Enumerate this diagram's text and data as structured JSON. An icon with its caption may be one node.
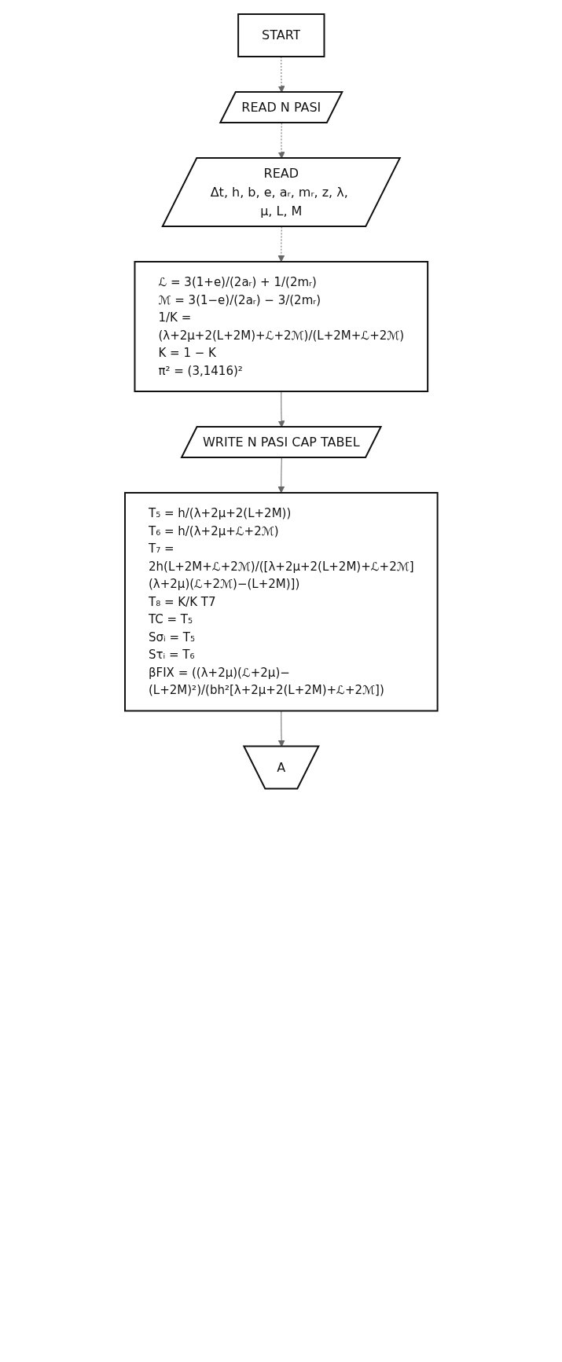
{
  "diagram": {
    "nodes": [
      {
        "text": [
          "START"
        ]
      },
      {
        "text": [
          "READ N PASI"
        ]
      },
      {
        "text": [
          "READ",
          "Δt, h, b, e, aᵣ, mᵣ, z, λ, μ, L, M"
        ]
      },
      {
        "text": [
          "ℒ = 3(1+e)/(2aᵣ) + 1/(2mᵣ)",
          "ℳ = 3(1−e)/(2aᵣ) − 3/(2mᵣ)",
          "1/K = (λ+2μ+2(L+2M)+ℒ+2ℳ)/(L+2M+ℒ+2ℳ)",
          "K = 1 − K",
          "π² = (3,1416)²"
        ]
      },
      {
        "text": [
          "WRITE N PASI CAP TABEL"
        ]
      },
      {
        "text": [
          "T₅ = h/(λ+2μ+2(L+2M))",
          "T₆ = h/(λ+2μ+ℒ+2ℳ)",
          "T₇ = 2h(L+2M+ℒ+2ℳ)/([λ+2μ+2(L+2M)+ℒ+2ℳ](λ+2μ)(ℒ+2ℳ)−(L+2M)])",
          "T₈ = K/K T7",
          "TC = T₅",
          "Sσᵢ = T₅",
          "Sτᵢ = T₆",
          "βFIX = ((λ+2μ)(ℒ+2μ)−(L+2M)²)/(bh²[λ+2μ+2(L+2M)+ℒ+2ℳ])"
        ]
      },
      {
        "text": [
          "A"
        ]
      }
    ],
    "edges": [
      {
        "from": 0,
        "to": 1,
        "arrow": "to",
        "style": "dashed"
      },
      {
        "from": 1,
        "to": 2,
        "arrow": "to",
        "style": "dashed"
      },
      {
        "from": 2,
        "to": 3,
        "arrow": "to",
        "style": "dashed"
      },
      {
        "from": 3,
        "to": 4,
        "arrow": "to"
      },
      {
        "from": 4,
        "to": 5,
        "arrow": "to"
      },
      {
        "from": 5,
        "to": 6,
        "arrow": "to"
      }
    ]
  }
}
